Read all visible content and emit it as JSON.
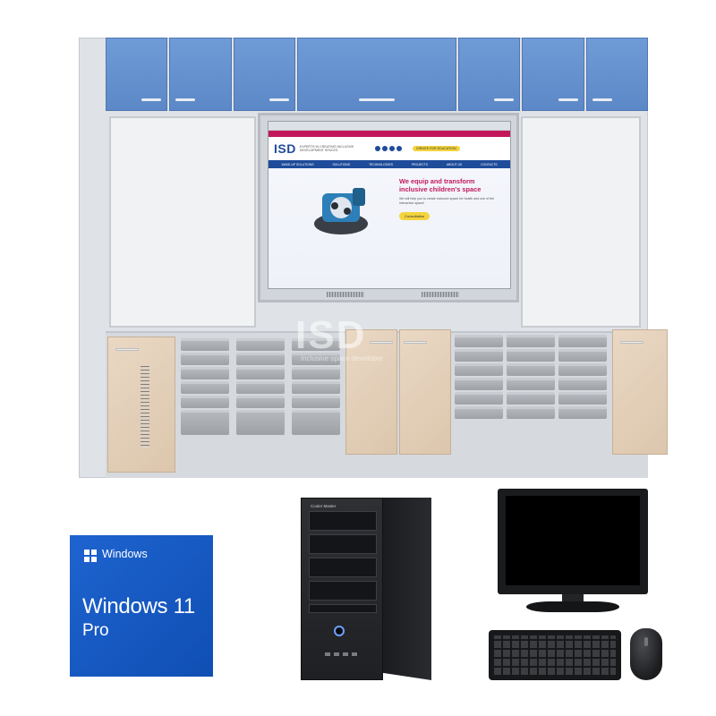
{
  "brand": {
    "logo_text": "ISD",
    "watermark": "ISD",
    "watermark_sub": "Inclusive space developer"
  },
  "screen": {
    "tagline": "EXPERTS IN CREATING INCLUSIVE DEVELOPMENT SPACES",
    "cta": "CREATE FOR EDUCATION",
    "nav": [
      "WAKE-UP SOLUTIONS",
      "SOLUTIONS",
      "TECHNOLOGIES",
      "PROJECTS",
      "ABOUT US",
      "CONTACTS"
    ],
    "hero_title": "We equip and transform inclusive children's space",
    "hero_sub": "We will help you to create inclusive space for health and use of the interactive space!",
    "hero_button": "Consultation"
  },
  "windows": {
    "top_label": "Windows",
    "product": "Windows 11",
    "edition": "Pro",
    "color": "#1a5fc9"
  },
  "tower": {
    "brand": "Cooler Master"
  },
  "colors": {
    "cabinet_blue": "#6a96d3",
    "wood": "#e5d2bd",
    "tray": "#a7aaae"
  }
}
